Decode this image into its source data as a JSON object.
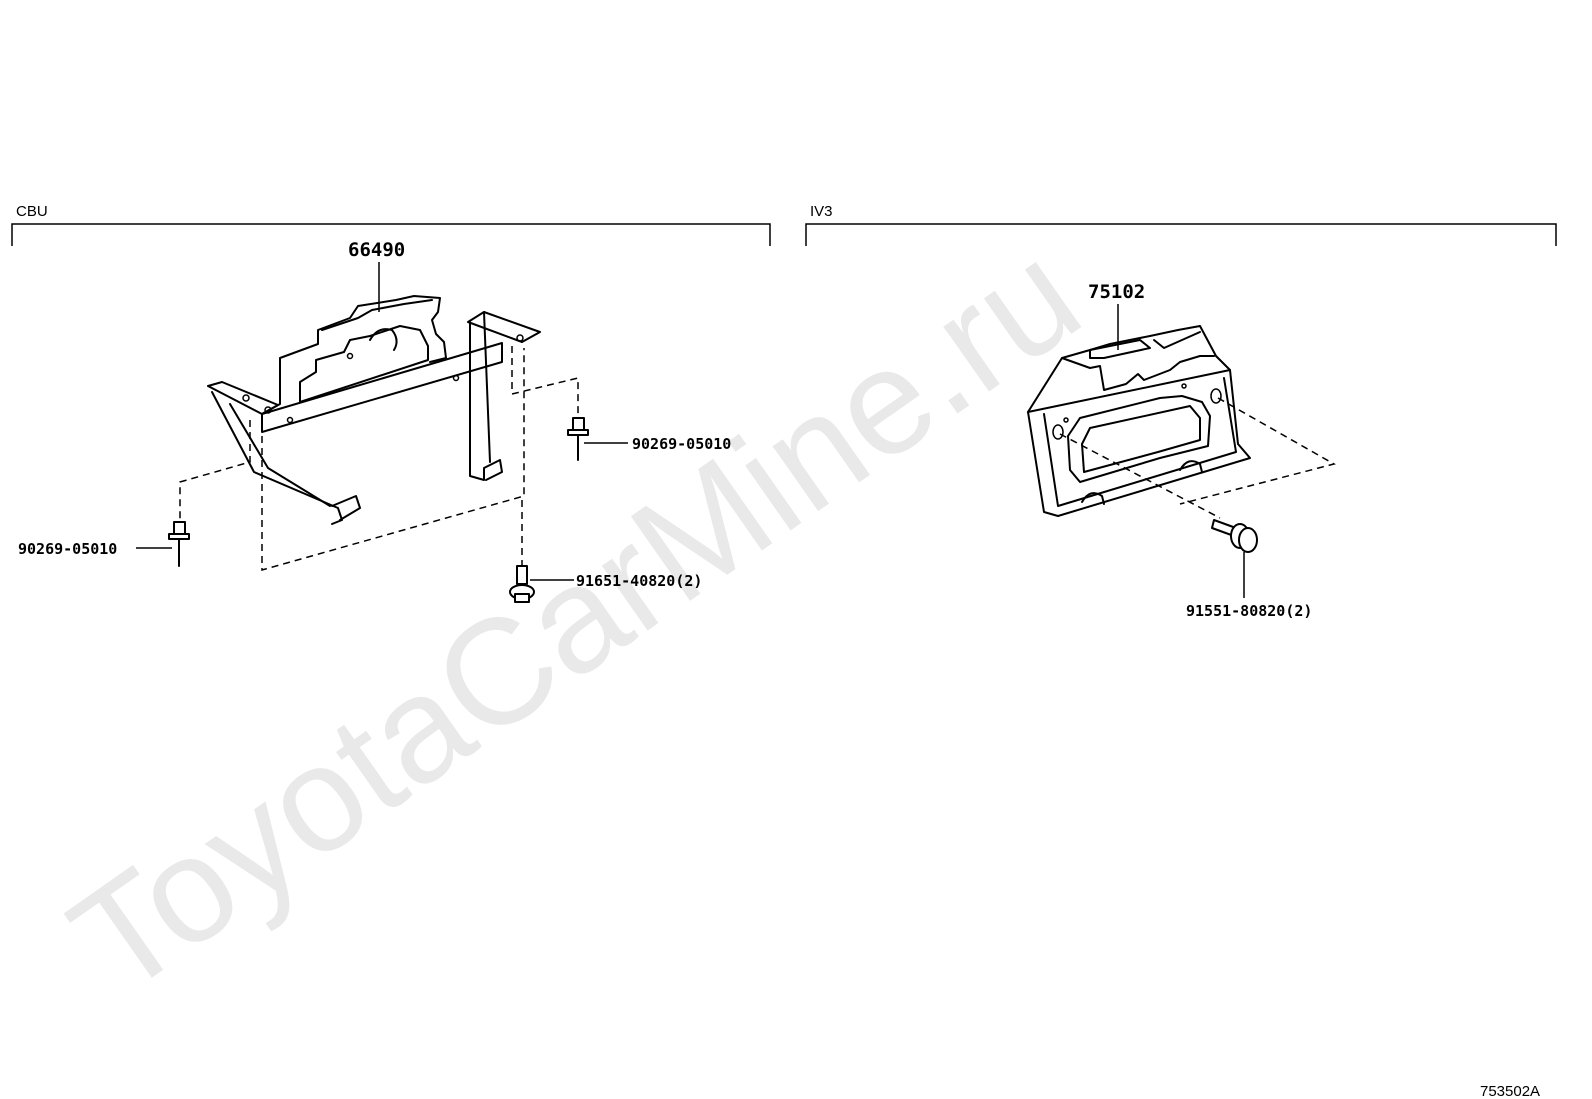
{
  "watermark": "ToyotaCarMine.ru",
  "sections": [
    {
      "title": "CBU",
      "main_part": "66490",
      "callouts": [
        "90269-05010",
        "90269-05010",
        "91651-40820(2)"
      ]
    },
    {
      "title": "IV3",
      "main_part": "75102",
      "callouts": [
        "91551-80820(2)"
      ]
    }
  ],
  "diagram_code": "753502A"
}
